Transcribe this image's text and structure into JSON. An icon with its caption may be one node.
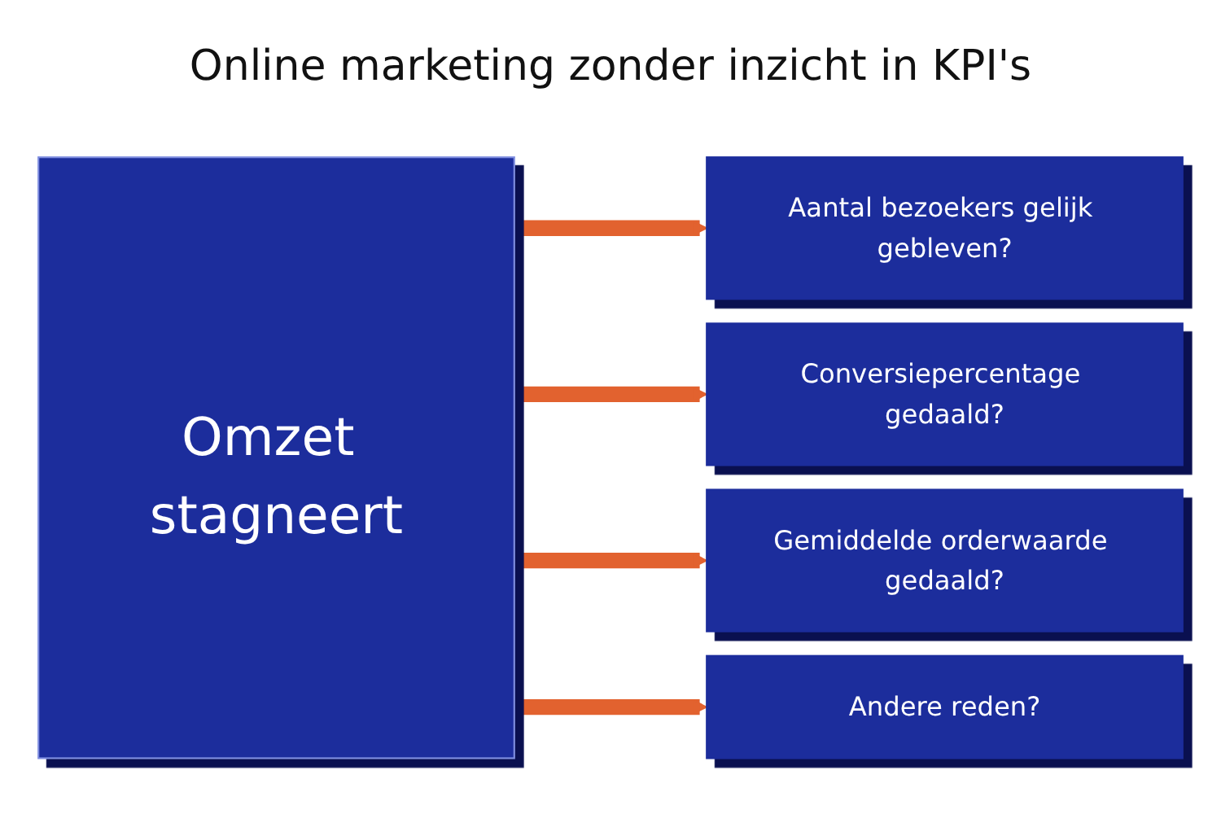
{
  "diagram": {
    "title": "Online marketing zonder inzicht in KPI's",
    "nodes": [
      {
        "text": [
          "Omzet stagneert"
        ]
      },
      {
        "text": [
          "Aantal bezoekers gelijk gebleven?"
        ]
      },
      {
        "text": [
          "Conversiepercentage gedaald?"
        ]
      },
      {
        "text": [
          "Gemiddelde orderwaarde gedaald?"
        ]
      },
      {
        "text": [
          "Andere reden?"
        ]
      }
    ],
    "edges": [
      {
        "from": 0,
        "to": 1,
        "arrow": "to"
      },
      {
        "from": 0,
        "to": 2,
        "arrow": "to"
      },
      {
        "from": 0,
        "to": 3,
        "arrow": "to"
      },
      {
        "from": 0,
        "to": 4,
        "arrow": "to"
      }
    ]
  }
}
